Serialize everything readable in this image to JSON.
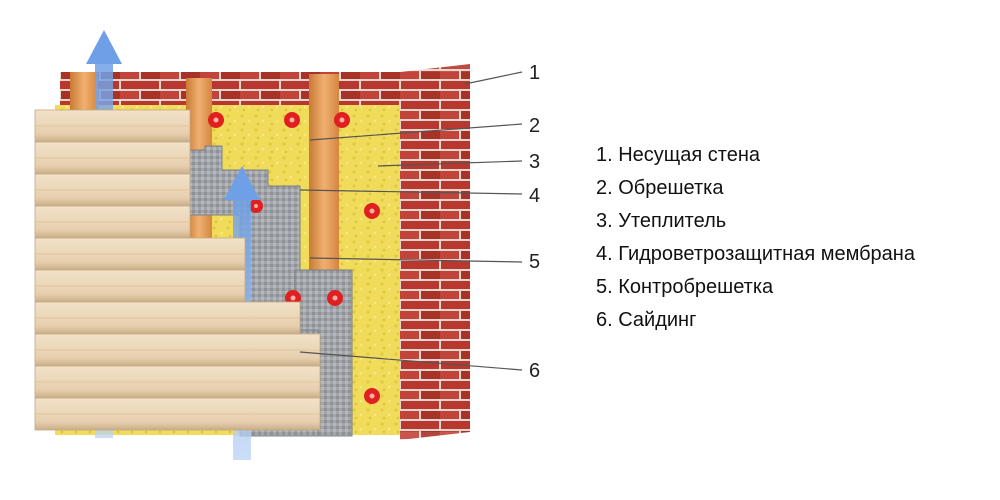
{
  "callouts": [
    "1",
    "2",
    "3",
    "4",
    "5",
    "6"
  ],
  "legend": [
    "1. Несущая стена",
    "2. Обрешетка",
    "3. Утеплитель",
    "4. Гидроветрозащитная мембрана",
    "5. Контробрешетка",
    "6. Сайдинг"
  ],
  "colors": {
    "brick": "#b8372e",
    "mortar": "#e6d6cc",
    "insulation": "#f0dc5a",
    "membrane": "#9a9ea2",
    "timber": "#e09448",
    "siding": "#e8d2b4",
    "airflow_arrow": "#7aa8e8",
    "fastener": "#e02020"
  },
  "icons": [
    "airflow-arrow-icon",
    "insulation-fastener-icon"
  ]
}
